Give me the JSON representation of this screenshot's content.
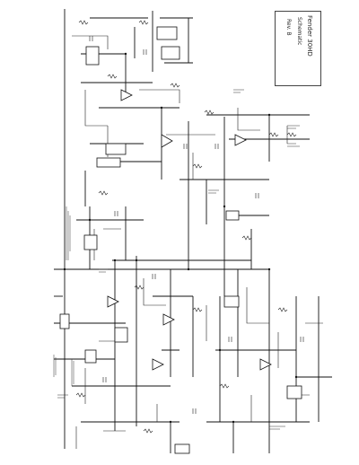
{
  "title_block": {
    "model": "Fender 30HD",
    "line1": "Schematic",
    "line2": "Rev. B"
  }
}
